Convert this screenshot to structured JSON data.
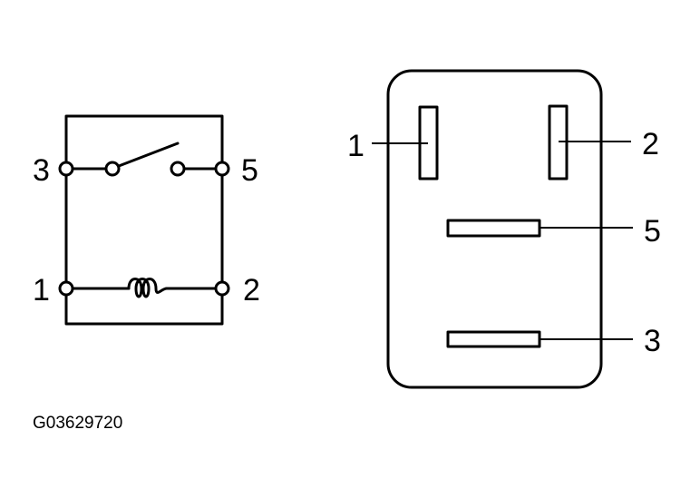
{
  "schematic": {
    "pins": {
      "p1": "1",
      "p2": "2",
      "p3": "3",
      "p5": "5"
    }
  },
  "connector": {
    "pins": {
      "p1": "1",
      "p2": "2",
      "p5": "5",
      "p3": "3"
    }
  },
  "figure_code": "G03629720",
  "colors": {
    "ink": "#000000",
    "background": "#ffffff"
  }
}
